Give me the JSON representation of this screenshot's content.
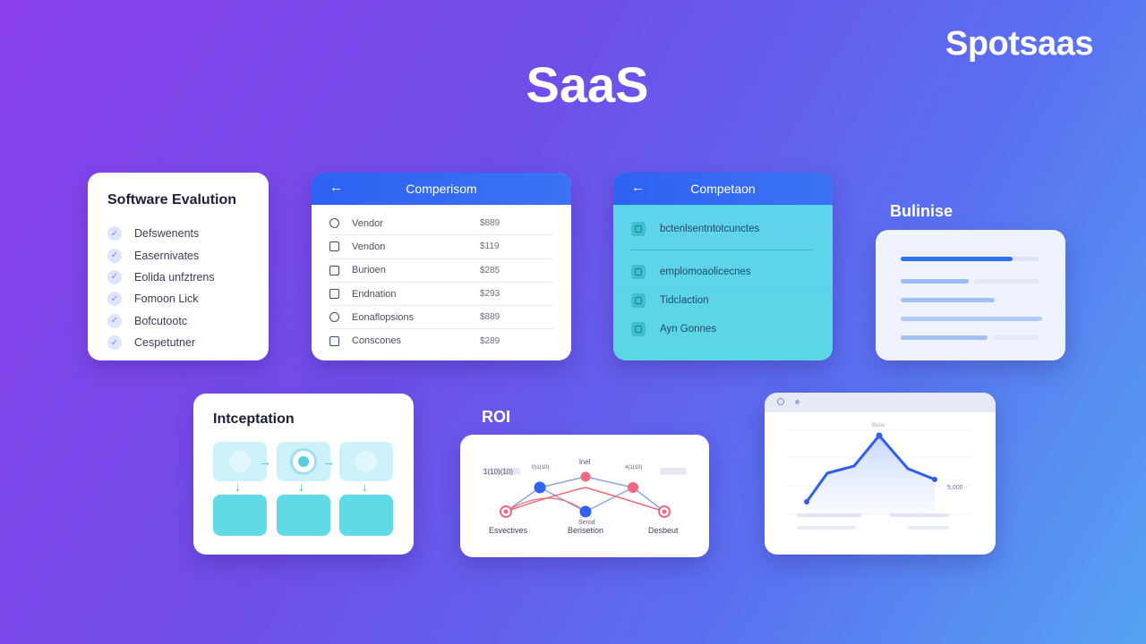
{
  "brand": "Spotsaas",
  "hero_title": "SaaS",
  "software_evaluation": {
    "title": "Software Evalution",
    "items": [
      "Defswenents",
      "Easernivates",
      "Eolida unfztrens",
      "Fomoon Lick",
      "Bofcutootc",
      "Cespetutner"
    ]
  },
  "comparison": {
    "title": "Comperisom",
    "rows": [
      {
        "name": "Vendor",
        "price": "$889"
      },
      {
        "name": "Vendon",
        "price": "$119"
      },
      {
        "name": "Burioen",
        "price": "$285"
      },
      {
        "name": "Endnation",
        "price": "$293"
      },
      {
        "name": "Eonaflopsions",
        "price": "$889"
      },
      {
        "name": "Conscones",
        "price": "$289"
      }
    ]
  },
  "competition": {
    "title": "Competaon",
    "items": [
      "bctenlsentntotcunctes",
      "emplomoaolicecnes",
      "Tidclaction",
      "Ayn Gonnes"
    ]
  },
  "business_label": "Bulinise",
  "integration": {
    "title": "Intceptation"
  },
  "roi": {
    "label": "ROI",
    "tags": [
      "1(10)(10)",
      "0)1(10)",
      "lnel",
      "4(1(10)",
      ""
    ],
    "bottom_labels": [
      "Esvectives",
      "Berisetion",
      "Desbeut"
    ],
    "center_label": "Serod"
  },
  "trend": {
    "peak_label": "Bune",
    "value_label": "5,000"
  },
  "colors": {
    "accent_blue": "#2d62f2",
    "teal": "#5bd6e4",
    "coral": "#ee6a7c"
  }
}
